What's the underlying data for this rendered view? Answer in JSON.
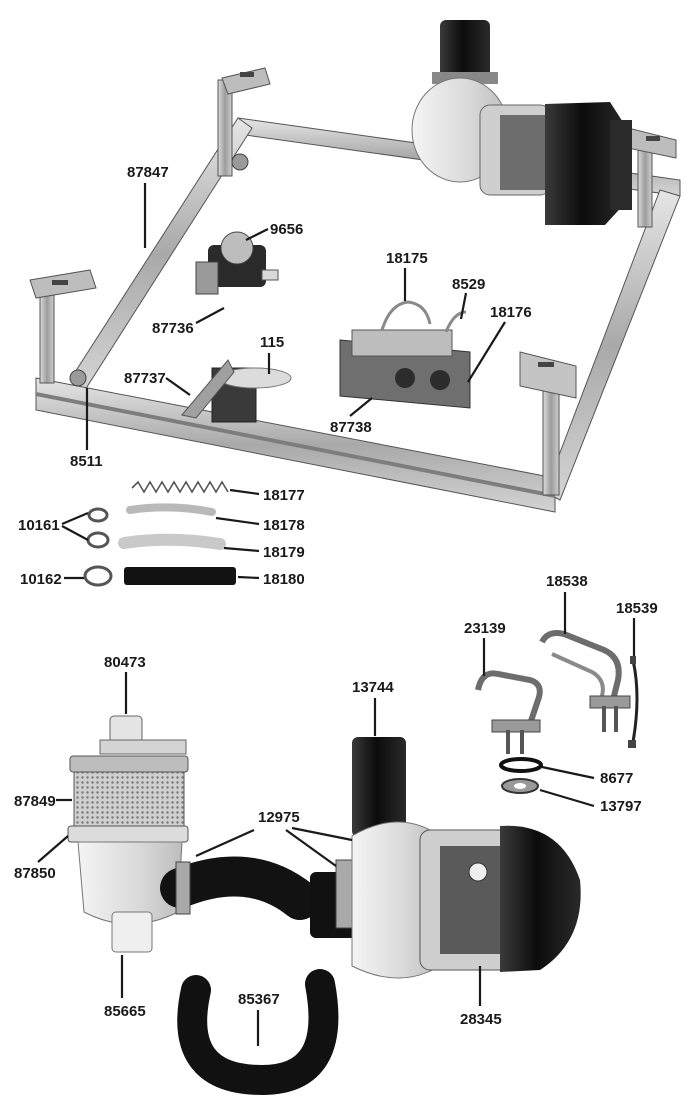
{
  "parts": {
    "p87847": "87847",
    "p9656": "9656",
    "p87736": "87736",
    "p18175": "18175",
    "p8529": "8529",
    "p18176": "18176",
    "p115": "115",
    "p87737": "87737",
    "p87738": "87738",
    "p8511": "8511",
    "p18177": "18177",
    "p18178": "18178",
    "p18179": "18179",
    "p18180": "18180",
    "p10161": "10161",
    "p10162": "10162",
    "p18538": "18538",
    "p23139": "23139",
    "p18539": "18539",
    "p80473": "80473",
    "p13744": "13744",
    "p8677": "8677",
    "p13797": "13797",
    "p87849": "87849",
    "p12975": "12975",
    "p87850": "87850",
    "p85665": "85665",
    "p85367": "85367",
    "p28345": "28345"
  }
}
